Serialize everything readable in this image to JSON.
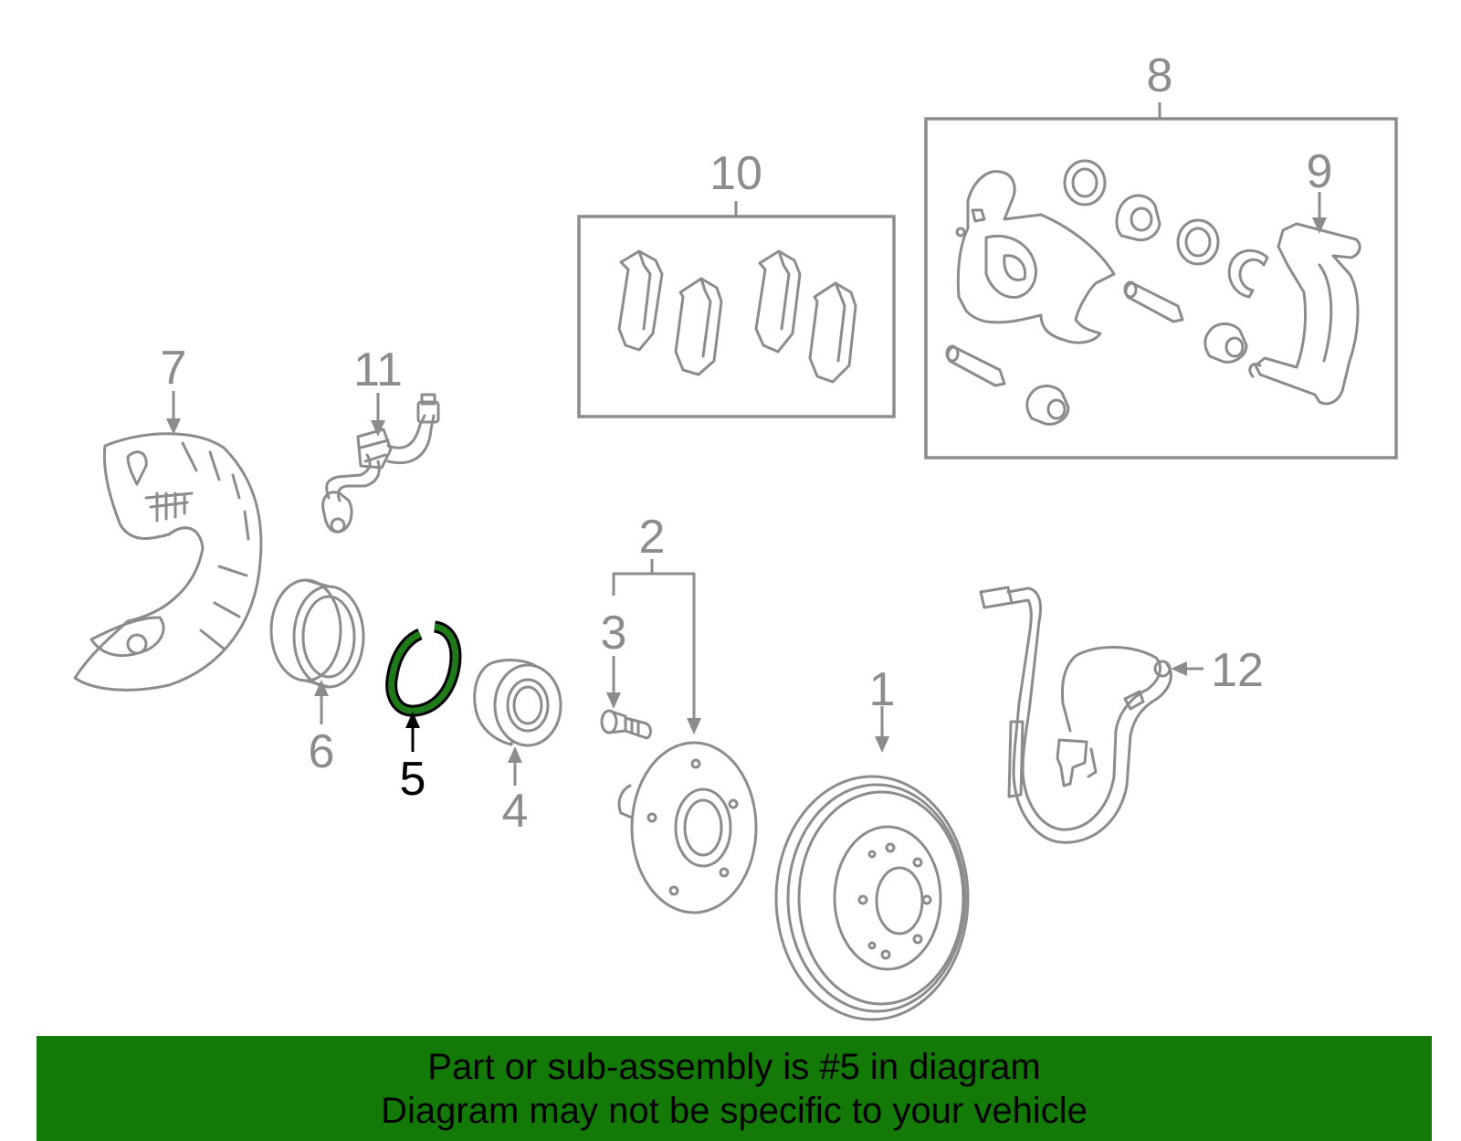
{
  "diagram": {
    "callouts": {
      "c1": "1",
      "c2": "2",
      "c3": "3",
      "c4": "4",
      "c5": "5",
      "c6": "6",
      "c7": "7",
      "c8": "8",
      "c9": "9",
      "c10": "10",
      "c11": "11",
      "c12": "12"
    },
    "highlighted_part": "5",
    "colors": {
      "line_art": "#8c8c8c",
      "highlight_outline": "#000000",
      "highlight_fill": "#1f7a1a",
      "banner_background": "#137a08",
      "banner_text": "#000000"
    }
  },
  "banner": {
    "line1": "Part or sub-assembly is #5 in diagram",
    "line2": "Diagram may not be specific to your vehicle"
  }
}
